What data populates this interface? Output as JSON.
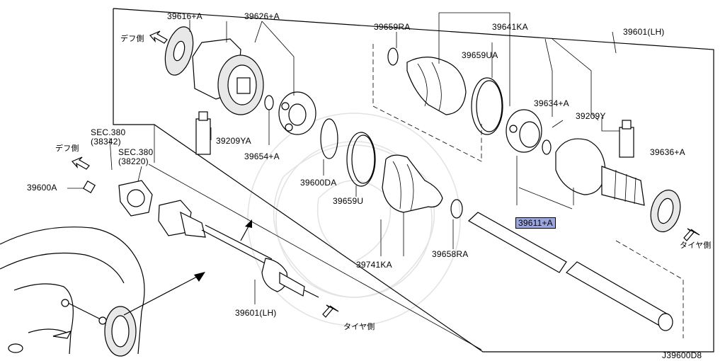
{
  "labels": {
    "p39616": "39616+A",
    "p39626": "39626+A",
    "p39659ra": "39659RA",
    "p39641ka": "39641KA",
    "p39601_lh_top": "39601(LH)",
    "p39659ua": "39659UA",
    "p39634": "39634+A",
    "p39209y": "39209Y",
    "p39209ya": "39209YA",
    "p39654": "39654+A",
    "p39636": "39636+A",
    "p39600da": "39600DA",
    "p39659u": "39659U",
    "p39611": "39611+A",
    "p39741ka": "39741KA",
    "p39658ra": "39658RA",
    "p39600a": "39600A",
    "sec380a": "SEC.380",
    "sec380a_ref": "(38342)",
    "sec380b": "SEC.380",
    "sec380b_ref": "(38220)",
    "p39601_lh_bottom": "39601(LH)",
    "diff_side_1": "デフ側",
    "diff_side_2": "デフ側",
    "tire_side_1": "タイヤ側",
    "tire_side_2": "タイヤ側",
    "diagram_code": "J39600D8"
  },
  "highlight_color": "#9aa6dd"
}
